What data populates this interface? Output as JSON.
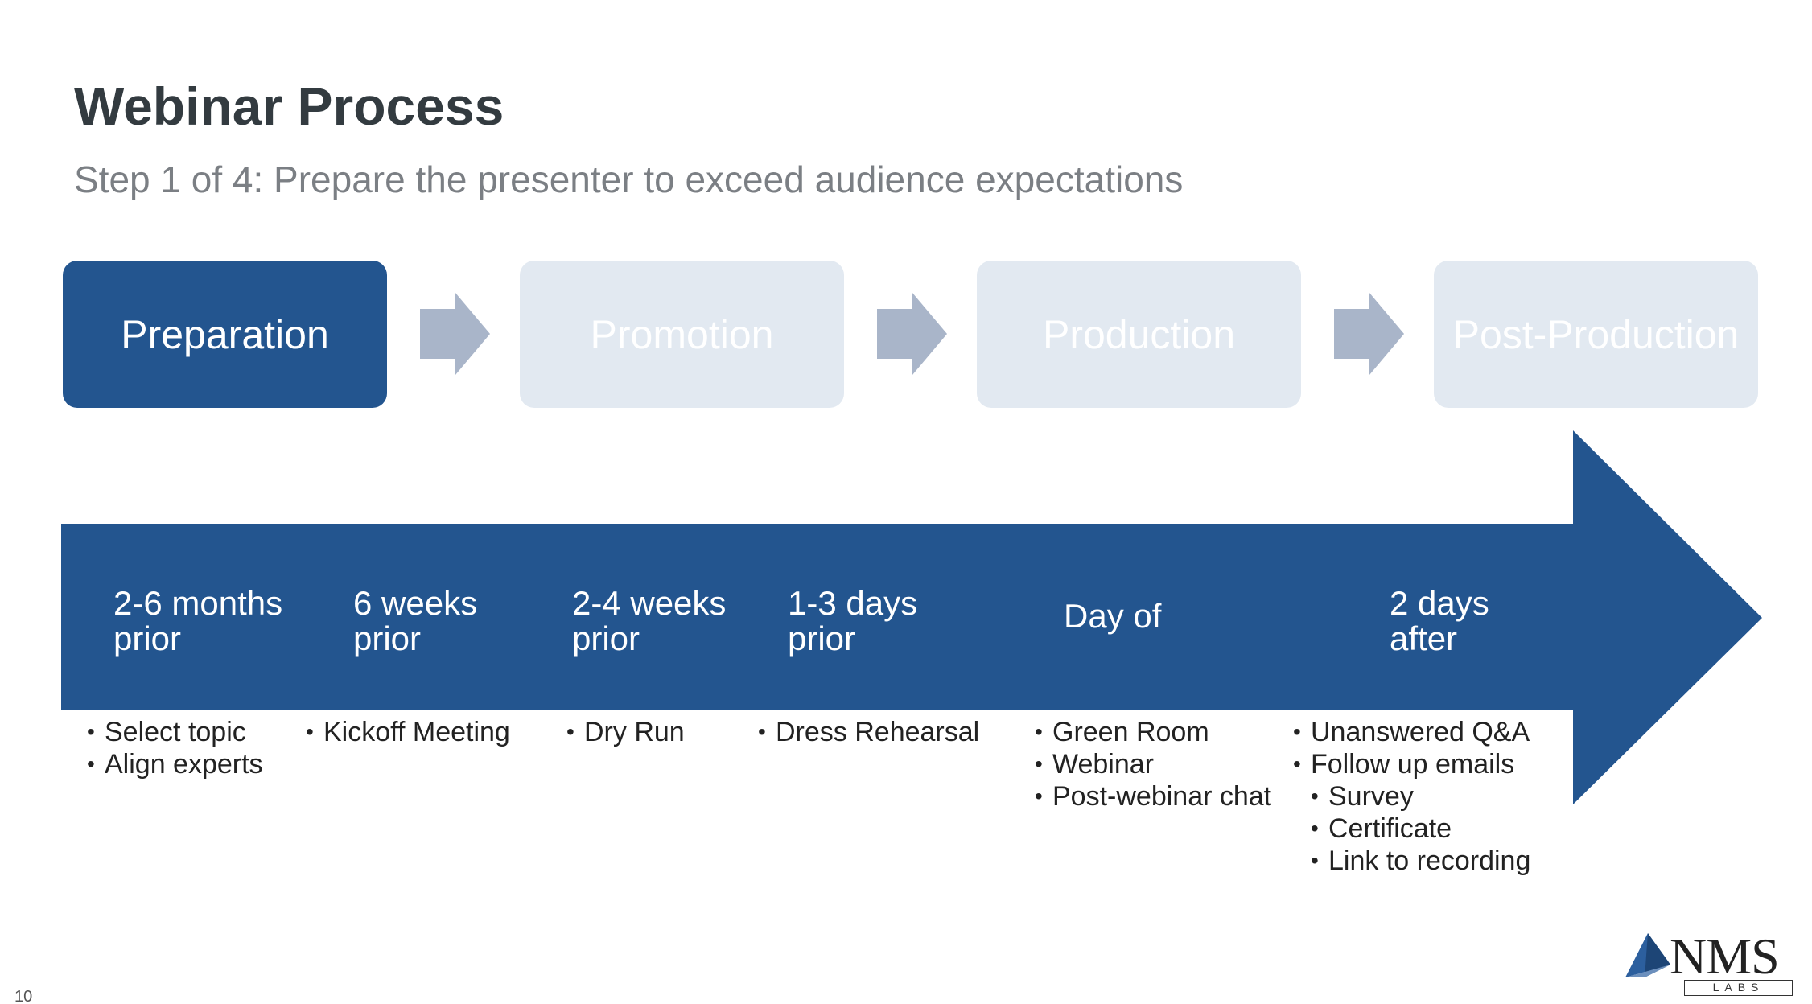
{
  "header": {
    "title": "Webinar Process",
    "subtitle": "Step 1 of 4: Prepare the presenter to exceed audience expectations"
  },
  "phases": [
    {
      "label": "Preparation",
      "state": "active"
    },
    {
      "label": "Promotion",
      "state": "inactive"
    },
    {
      "label": "Production",
      "state": "inactive"
    },
    {
      "label": "Post-Production",
      "state": "inactive"
    }
  ],
  "timeline": {
    "stages": [
      {
        "line1": "2-6 months",
        "line2": "prior",
        "bullets": [
          "Select topic",
          "Align experts"
        ]
      },
      {
        "line1": "6 weeks",
        "line2": "prior",
        "bullets": [
          "Kickoff Meeting"
        ]
      },
      {
        "line1": "2-4 weeks",
        "line2": "prior",
        "bullets": [
          "Dry Run"
        ]
      },
      {
        "line1": "1-3 days",
        "line2": "prior",
        "bullets": [
          "Dress Rehearsal"
        ]
      },
      {
        "line1": "Day of",
        "line2": "",
        "bullets": [
          "Green Room",
          "Webinar",
          "Post-webinar chat"
        ]
      },
      {
        "line1": "2 days",
        "line2": "after",
        "bullets": [
          "Unanswered Q&A",
          "Follow up emails"
        ],
        "sub_bullets": [
          "Survey",
          "Certificate",
          "Link to recording"
        ]
      }
    ]
  },
  "footer": {
    "page_number": "10",
    "logo_main": "NMS",
    "logo_sub": "LABS"
  },
  "colors": {
    "primary": "#23558f",
    "inactive_box": "#e2e9f1",
    "chevron": "#a9b5c9",
    "title": "#333b40",
    "subtitle": "#7b7f84"
  }
}
